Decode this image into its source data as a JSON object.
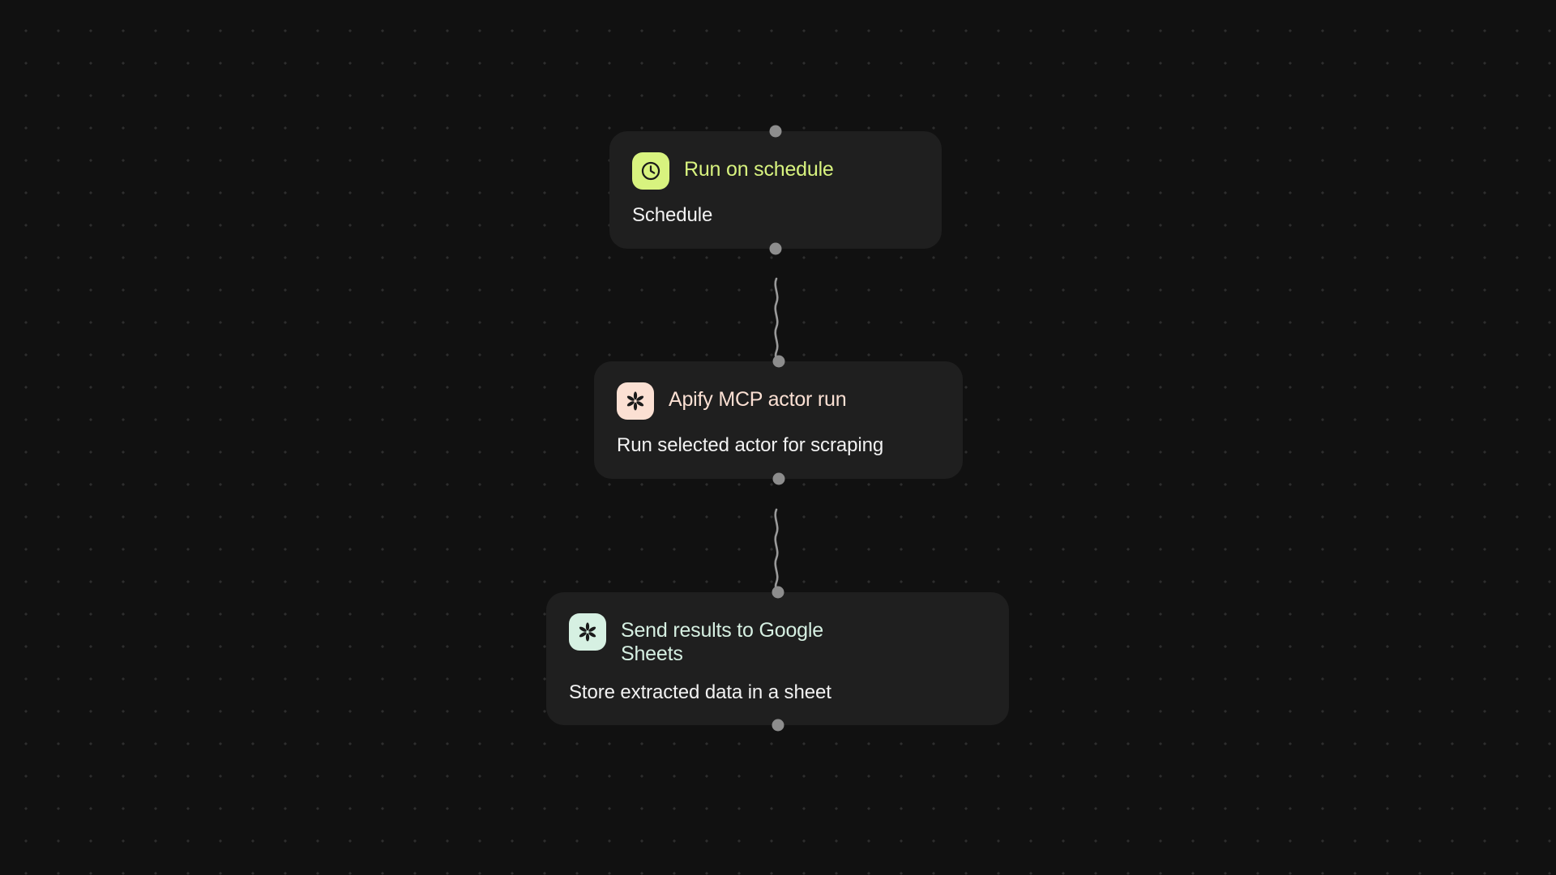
{
  "canvas": {
    "background_color": "#111111",
    "grid_dot_color": "#2e2e2e",
    "card_color": "#1f1f1f",
    "port_color": "#8d8d8d",
    "connector_color": "#9a9a9a"
  },
  "nodes": [
    {
      "id": "run-on-schedule",
      "title": "Run on schedule",
      "description": "Schedule",
      "icon": "clock-icon",
      "icon_bg": "#d8f37f",
      "icon_fg": "#1a1a1a",
      "title_color": "#d8f37f"
    },
    {
      "id": "apify-mcp-actor-run",
      "title": "Apify MCP actor run",
      "description": "Run selected actor for scraping",
      "icon": "apify-asterisk-icon",
      "icon_bg": "#fbe0d3",
      "icon_fg": "#1a1a1a",
      "title_color": "#fbe0d3"
    },
    {
      "id": "send-results-to-google-sheets",
      "title": "Send results to Google Sheets",
      "description": "Store extracted data in a sheet",
      "icon": "apify-asterisk-icon",
      "icon_bg": "#d6f0e2",
      "icon_fg": "#1a1a1a",
      "title_color": "#d6f0e2"
    }
  ],
  "connectors": [
    {
      "id": "schedule-to-apify",
      "from": "run-on-schedule",
      "to": "apify-mcp-actor-run",
      "style": "wavy"
    },
    {
      "id": "apify-to-sheets",
      "from": "apify-mcp-actor-run",
      "to": "send-results-to-google-sheets",
      "style": "wavy"
    }
  ]
}
